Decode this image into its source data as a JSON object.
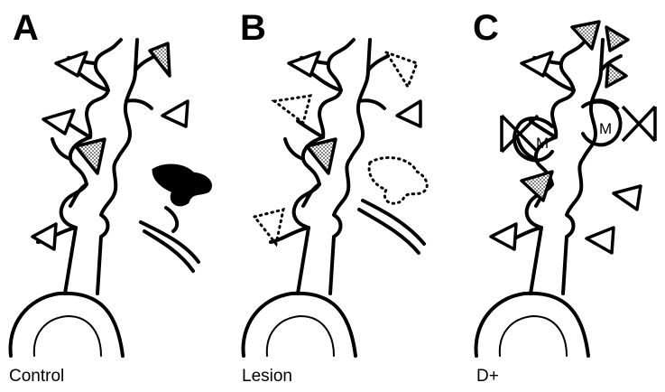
{
  "panels": [
    {
      "letter": "A",
      "caption": "Control"
    },
    {
      "letter": "B",
      "caption": "Lesion"
    },
    {
      "letter": "C",
      "caption": "D+"
    }
  ],
  "markers": {
    "mitochondrion": "M"
  }
}
